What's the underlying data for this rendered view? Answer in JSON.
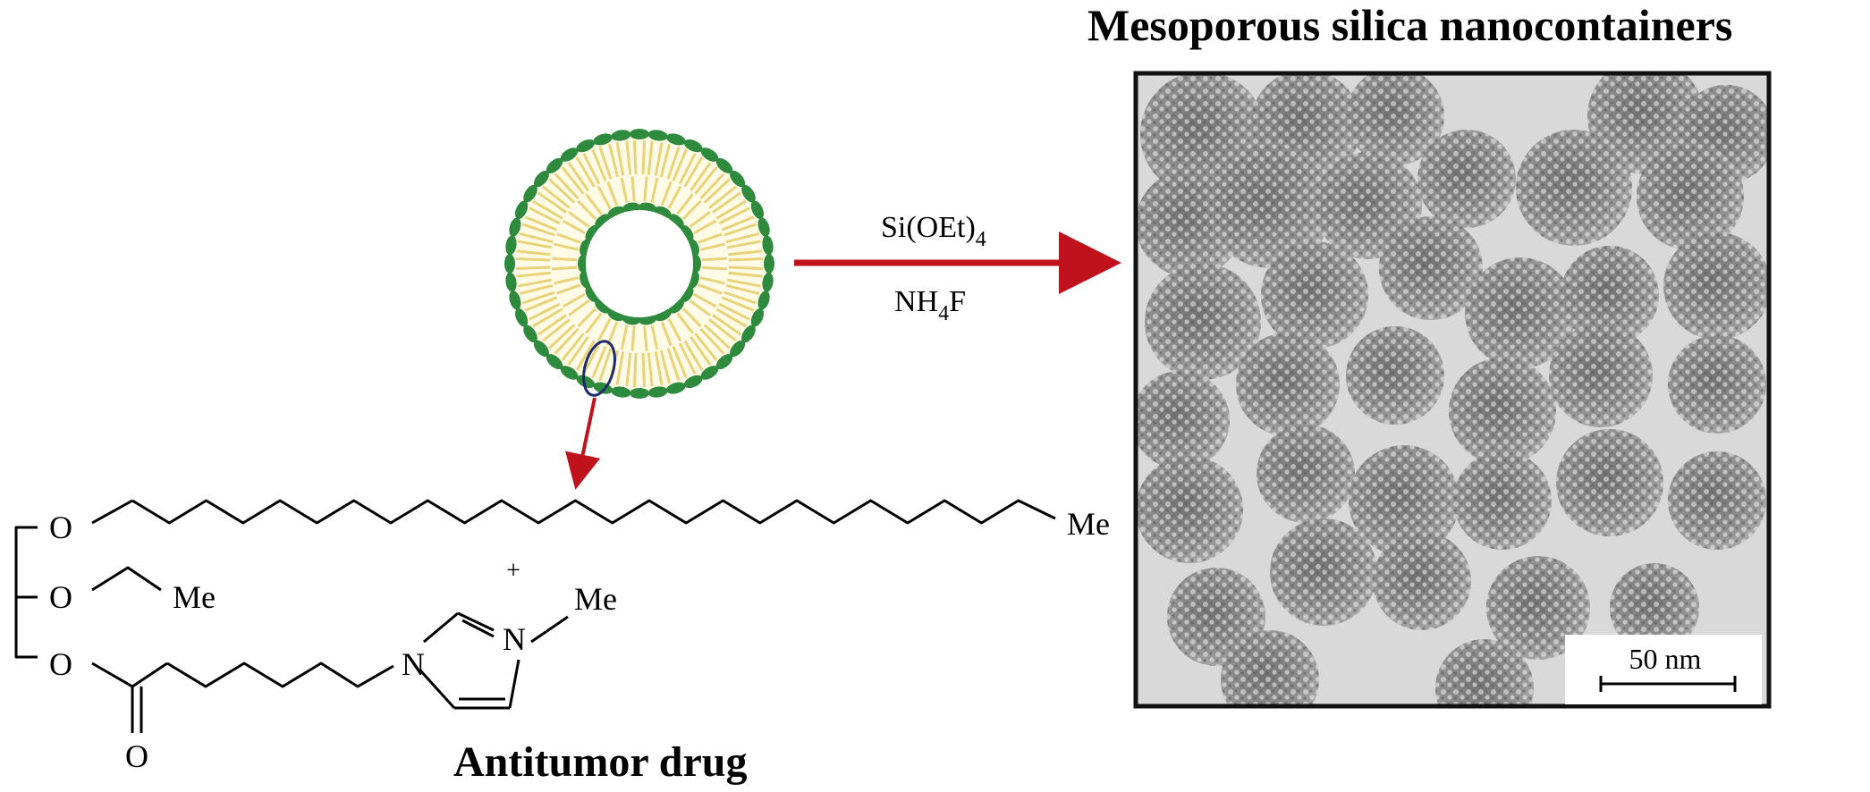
{
  "title": "Mesoporous silica nanocontainers",
  "reagents": {
    "silica_source": {
      "base": "Si(OEt)",
      "sub": "4"
    },
    "fluoride": {
      "pre": "NH",
      "sub": "4",
      "post": "F"
    }
  },
  "molecule": {
    "name": "Antitumor drug",
    "oxygen": "O",
    "methyl": "Me",
    "nitrogen": "N",
    "charge": "+"
  },
  "scale_bar": {
    "label": "50 nm"
  },
  "colors": {
    "arrow": "#c0121d",
    "lipid_head": "#2e8b3e",
    "lipid_tail": "#e8d27a",
    "highlight_ellipse": "#1e2a6e",
    "tem_background": "#d9d9d9"
  }
}
